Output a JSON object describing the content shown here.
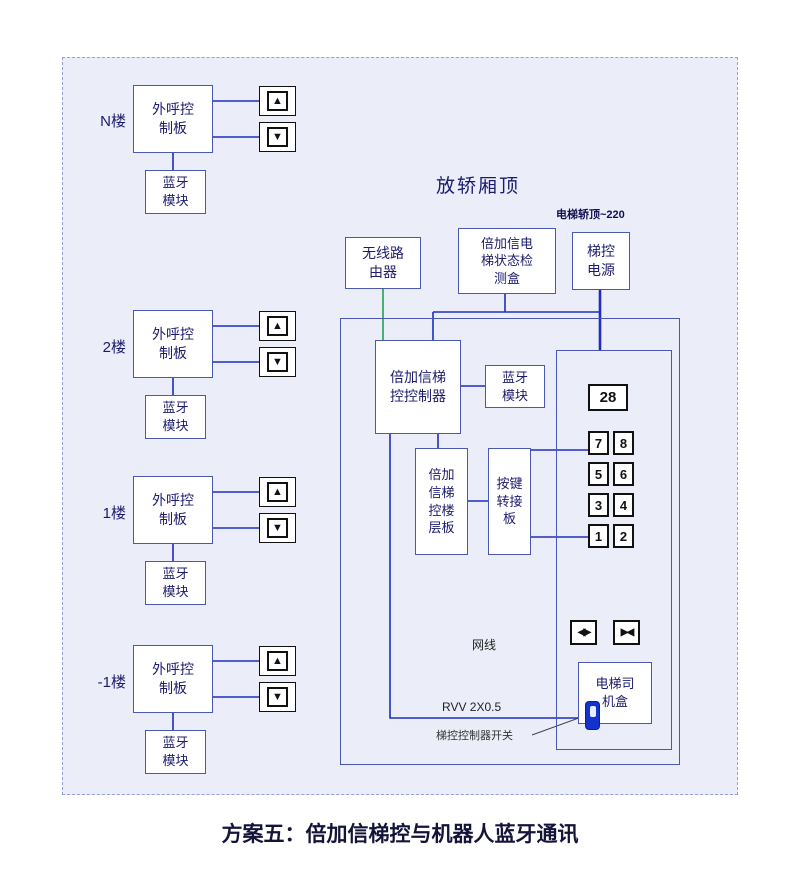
{
  "colors": {
    "wire_blue": "#1d2ec0",
    "wire_green": "#1fa050",
    "box_border": "#4a58b0",
    "ink": "#1b1b6e",
    "region_bg": "#ebeef8",
    "switch_blue": "#1433cc"
  },
  "icons": {
    "up_arrow": "▲",
    "down_arrow": "▼",
    "door_open": "◀▶",
    "door_close": "▶◀"
  },
  "title": "方案五：倍加信梯控与机器人蓝牙通讯",
  "floors": [
    {
      "label": "N楼",
      "board": "外呼控\n制板",
      "module": "蓝牙\n模块"
    },
    {
      "label": "2楼",
      "board": "外呼控\n制板",
      "module": "蓝牙\n模块"
    },
    {
      "label": "1楼",
      "board": "外呼控\n制板",
      "module": "蓝牙\n模块"
    },
    {
      "label": "-1楼",
      "board": "外呼控\n制板",
      "module": "蓝牙\n模块"
    }
  ],
  "car_top": {
    "heading": "放轿厢顶",
    "power_note": "电梯轿顶~220",
    "router": "无线路\n由器",
    "status_box": "倍加信电\n梯状态检\n测盒",
    "power": "梯控\n电源",
    "controller": "倍加信梯\n控控制器",
    "bluetooth": "蓝牙\n模块",
    "floor_board": "倍加\n信梯\n控楼\n层板",
    "key_adapter": "按键\n转接\n板",
    "display": "28",
    "keys": [
      [
        "7",
        "8"
      ],
      [
        "5",
        "6"
      ],
      [
        "3",
        "4"
      ],
      [
        "1",
        "2"
      ]
    ],
    "network_label": "网线",
    "rvv_label": "RVV 2X0.5",
    "switch_label": "梯控控制器开关",
    "driver_box": "电梯司\n机盒"
  }
}
